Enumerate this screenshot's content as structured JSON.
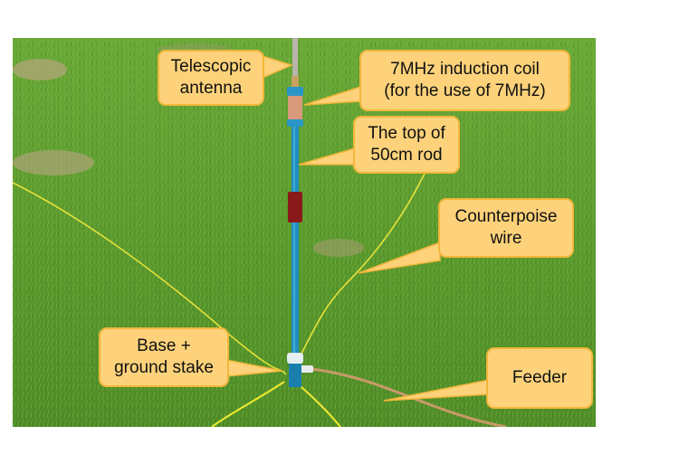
{
  "image": {
    "description": "Photo of a vertical portable HF antenna on grass with yellow annotation callouts",
    "colors": {
      "grass": "#5f9e2f",
      "grass_dark": "#4a8424",
      "callout_fill": "#fdd27a",
      "callout_border": "#f2b63a",
      "rod_blue": "#1f8fc0",
      "coil_copper": "#d99a7c",
      "red_joint": "#8a1a1a",
      "wire_yellow": "#e8e43a",
      "feeder": "#c99a6a"
    }
  },
  "callouts": [
    {
      "id": "telescopic-antenna",
      "lines": [
        "Telescopic",
        "antenna"
      ]
    },
    {
      "id": "induction-coil",
      "lines": [
        "7MHz induction coil",
        "(for the use of 7MHz)"
      ]
    },
    {
      "id": "rod-top",
      "lines": [
        "The top of",
        "50cm rod"
      ]
    },
    {
      "id": "counterpoise-wire",
      "lines": [
        "Counterpoise",
        "wire"
      ]
    },
    {
      "id": "base-ground-stake",
      "lines": [
        "Base +",
        "ground stake"
      ]
    },
    {
      "id": "feeder",
      "lines": [
        "Feeder"
      ]
    }
  ]
}
